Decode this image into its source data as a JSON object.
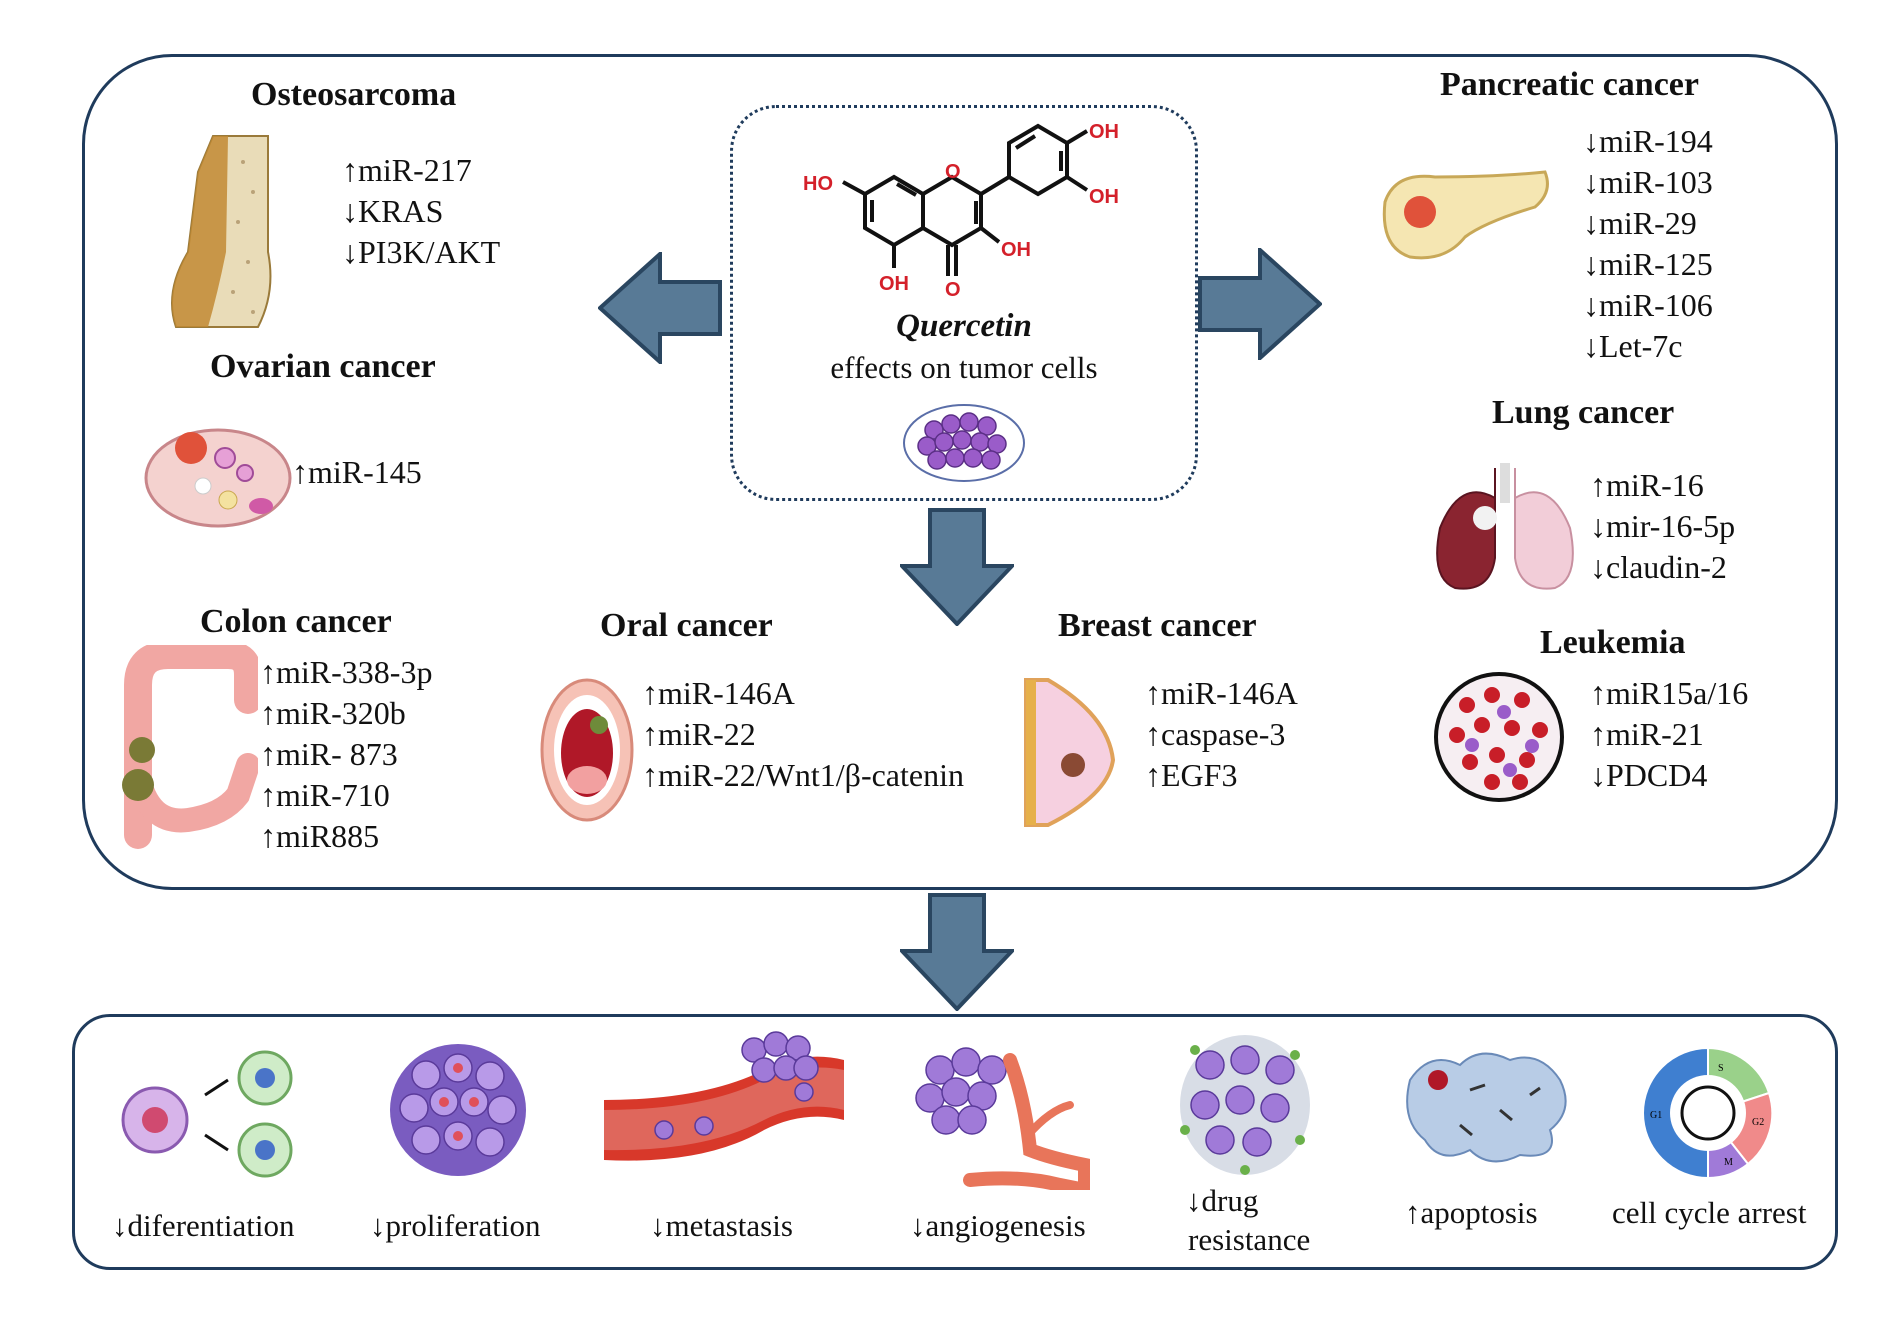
{
  "center": {
    "name": "Quercetin",
    "subtitle": "effects on tumor cells",
    "atoms": {
      "ho": "HO",
      "o_ring": "O",
      "oh1": "OH",
      "oh2": "OH",
      "oh3": "OH",
      "oh4": "OH",
      "o_keto": "O"
    }
  },
  "cancers": {
    "osteosarcoma": {
      "title": "Osteosarcoma",
      "items": [
        "↑miR-217",
        "↓KRAS",
        "↓PI3K/AKT"
      ]
    },
    "ovarian": {
      "title": "Ovarian cancer",
      "items": [
        "↑miR-145"
      ]
    },
    "colon": {
      "title": "Colon cancer",
      "items": [
        "↑miR-338-3p",
        "↑miR-320b",
        "↑miR- 873",
        "↑miR-710",
        "↑miR885"
      ]
    },
    "oral": {
      "title": "Oral  cancer",
      "items": [
        "↑miR-146A",
        "↑miR-22",
        "↑miR-22/Wnt1/β-catenin"
      ]
    },
    "breast": {
      "title": "Breast cancer",
      "items": [
        "↑miR-146A",
        "↑caspase-3",
        "↑EGF3"
      ]
    },
    "pancreatic": {
      "title": "Pancreatic cancer",
      "items": [
        "↓miR-194",
        "↓miR-103",
        "↓miR-29",
        "↓miR-125",
        "↓miR-106",
        "↓Let-7c"
      ]
    },
    "lung": {
      "title": "Lung cancer",
      "items": [
        "↑miR-16",
        "↓mir-16-5p",
        "↓claudin-2"
      ]
    },
    "leukemia": {
      "title": "Leukemia",
      "items": [
        "↑miR15a/16",
        "↑miR-21",
        "↓PDCD4"
      ]
    }
  },
  "effects": {
    "differentiation": "↓diferentiation",
    "proliferation": "↓proliferation",
    "metastasis": "↓metastasis",
    "angiogenesis": "↓angiogenesis",
    "drug_1": "↓drug",
    "drug_2": "resistance",
    "apoptosis": "↑apoptosis",
    "cell_cycle": "cell cycle arrest",
    "phase_s": "S",
    "phase_g1": "G1",
    "phase_g2": "G2",
    "phase_m": "M"
  },
  "colors": {
    "frame": "#1f3b5c",
    "arrow_fill": "#587a96",
    "arrow_stroke": "#2a4660",
    "atom_red": "#d4202a",
    "tumor_purple": "#9a5cc9",
    "tumor_red": "#e05a3a"
  }
}
